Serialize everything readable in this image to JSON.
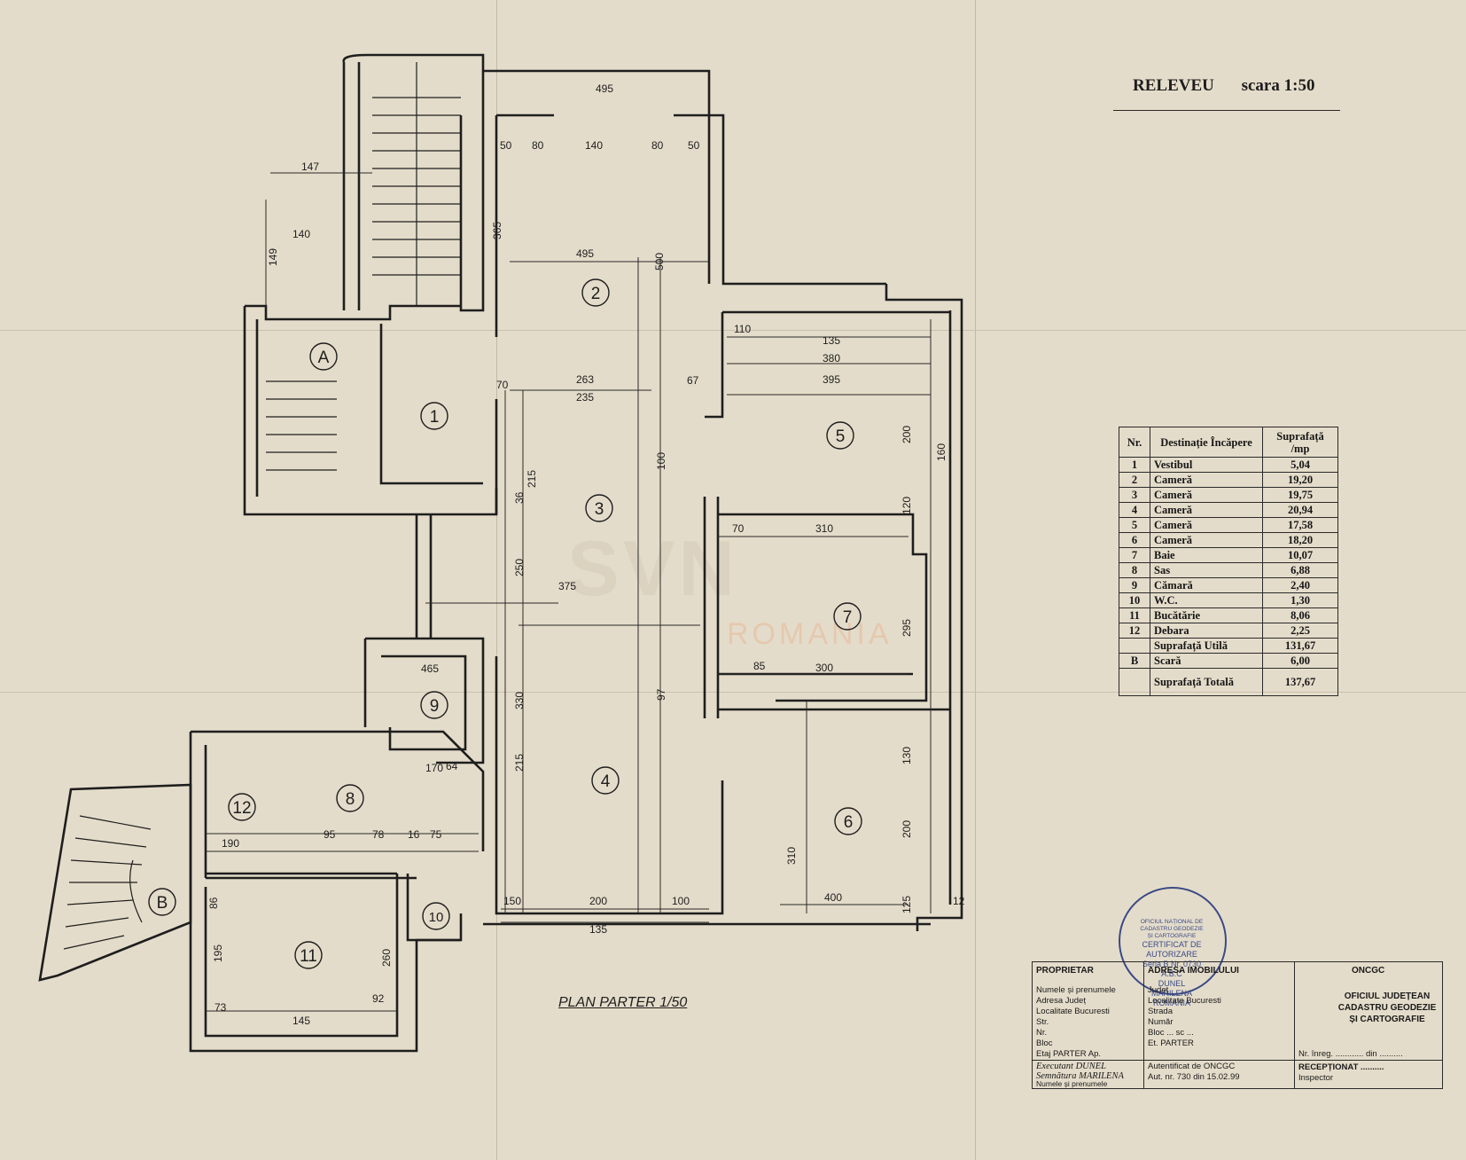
{
  "title": {
    "name": "RELEVEU",
    "scale": "scara 1:50"
  },
  "plan_caption": "PLAN PARTER 1/50",
  "watermark": {
    "main": "SVN",
    "sub": "ROMANIA"
  },
  "rooms": [
    "1",
    "2",
    "3",
    "4",
    "5",
    "6",
    "7",
    "8",
    "9",
    "10",
    "11",
    "12",
    "A",
    "B"
  ],
  "dims": [
    "495",
    "80",
    "140",
    "80",
    "50",
    "50",
    "365",
    "495",
    "500",
    "263",
    "235",
    "70",
    "67",
    "110",
    "135",
    "380",
    "395",
    "160",
    "200",
    "120",
    "215",
    "100",
    "36",
    "375",
    "250",
    "70",
    "310",
    "295",
    "300",
    "130",
    "200",
    "310",
    "400",
    "125",
    "200",
    "135",
    "150",
    "100",
    "190",
    "95",
    "78",
    "75",
    "16",
    "64",
    "145",
    "92",
    "260",
    "195",
    "147",
    "149",
    "140",
    "170",
    "465",
    "215",
    "97",
    "330",
    "85",
    "12",
    "73",
    "86"
  ],
  "table": {
    "headers": [
      "Nr.",
      "Destinație Încăpere",
      "Suprafață /mp"
    ],
    "rows": [
      [
        "1",
        "Vestibul",
        "5,04"
      ],
      [
        "2",
        "Cameră",
        "19,20"
      ],
      [
        "3",
        "Cameră",
        "19,75"
      ],
      [
        "4",
        "Cameră",
        "20,94"
      ],
      [
        "5",
        "Cameră",
        "17,58"
      ],
      [
        "6",
        "Cameră",
        "18,20"
      ],
      [
        "7",
        "Baie",
        "10,07"
      ],
      [
        "8",
        "Sas",
        "6,88"
      ],
      [
        "9",
        "Cămară",
        "2,40"
      ],
      [
        "10",
        "W.C.",
        "1,30"
      ],
      [
        "11",
        "Bucătărie",
        "8,06"
      ],
      [
        "12",
        "Debara",
        "2,25"
      ],
      [
        "",
        "Suprafață Utilă",
        "131,67"
      ],
      [
        "B",
        "Scară",
        "6,00"
      ],
      [
        "",
        "Suprafață Totală",
        "137,67"
      ]
    ]
  },
  "stamp": [
    "OFICIUL NAȚIONAL DE CADASTRU GEODEZIE ȘI CARTOGRAFIE",
    "CERTIFICAT DE AUTORIZARE",
    "Seria B Nr. 0730",
    "A.B.C",
    "DUNEL MARILENA",
    "ROMÂNIA"
  ],
  "title_block": {
    "proprietar": {
      "header": "PROPRIETAR",
      "lines": [
        "Numele și prenumele",
        "Adresa Județ",
        "Localitate Bucuresti",
        "Str.",
        "Nr.",
        "Bloc",
        "Etaj PARTER Ap."
      ]
    },
    "executant": {
      "header": "Executant DUNEL",
      "lines": [
        "Semnătura MARILENA",
        "Numele și prenumele"
      ]
    },
    "adresa": {
      "header": "ADRESA IMOBILULUI",
      "lines": [
        "Județ",
        "Localitate Bucuresti",
        "Strada",
        "Număr",
        "Bloc ... sc ...",
        "Et. PARTER"
      ]
    },
    "autentificat": {
      "lines": [
        "Autentificat de ONCGC",
        "Aut. nr. 730 din 15.02.99"
      ]
    },
    "oncgc": {
      "header": "ONCGC",
      "office": "OFICIUL JUDEȚEAN CADASTRU GEODEZIE ȘI CARTOGRAFIE",
      "lines": [
        "Nr. înreg. ............ din ..........",
        "RECEPȚIONAT ..........",
        "Inspector"
      ]
    }
  }
}
